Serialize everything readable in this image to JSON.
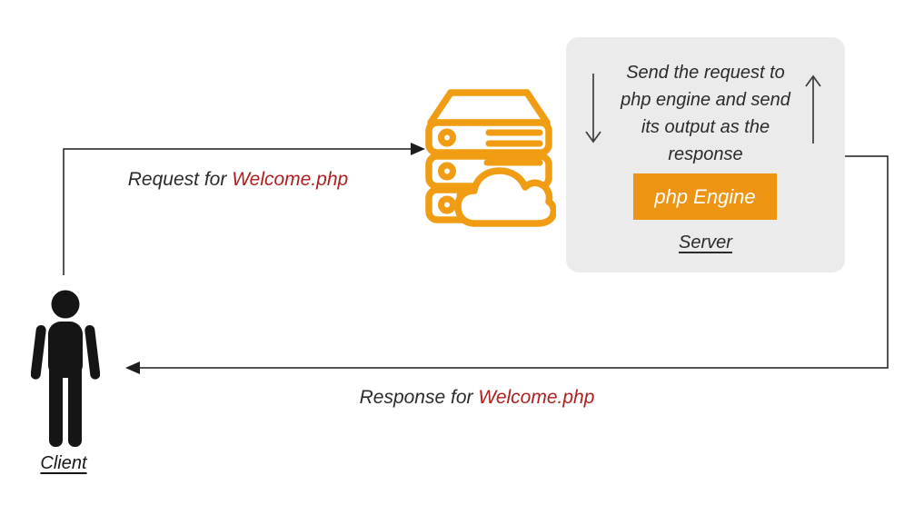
{
  "diagram": {
    "request_label": {
      "prefix": "Request for",
      "file": "Welcome.php"
    },
    "response_label": {
      "prefix": "Response for",
      "file": "Welcome.php"
    },
    "client_label": "Client",
    "server_panel": {
      "note_lines": [
        "Send the request to",
        "php engine and send",
        "its output as the",
        "response"
      ],
      "engine_button": "php Engine",
      "server_label": "Server"
    }
  },
  "icons": {
    "server": "server-stack-with-cloud-icon",
    "client": "person-silhouette-icon",
    "request_arrow": "right-arrow-icon",
    "response_arrow": "left-arrow-icon",
    "panel_down_arrow": "down-arrow-icon",
    "panel_up_arrow": "up-arrow-icon"
  },
  "colors": {
    "accent_orange": "#ED9512",
    "icon_orange": "#F09D13",
    "file_red": "#B01F1F",
    "text_dark": "#2B2B2B",
    "line_black": "#1C1C1C",
    "panel_gray": "#EBEBEB"
  }
}
